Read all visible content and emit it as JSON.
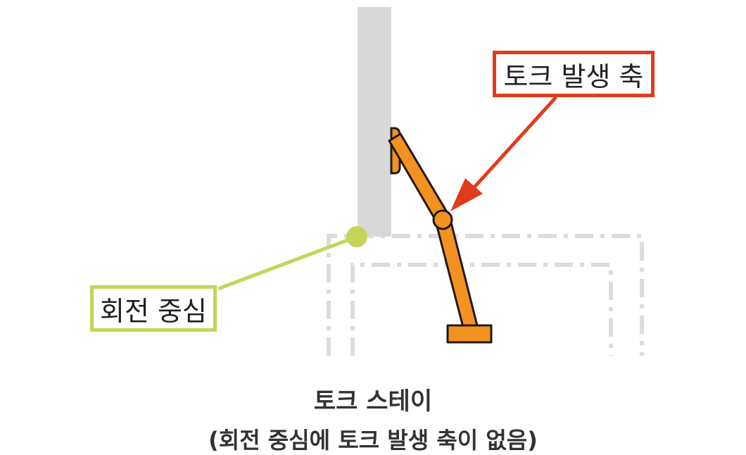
{
  "labels": {
    "torque_axis": "토크 발생 축",
    "rotation_center": "회전 중심"
  },
  "caption": {
    "title": "토크 스테이",
    "subtitle": "(회전 중심에 토크 발생 축이 없음)"
  },
  "colors": {
    "wall": "#d9d9d9",
    "dashed_outline": "#dcdcdc",
    "stay_arm": "#f39220",
    "stay_stroke": "#231815",
    "torque_marker": "#e03c1c",
    "rotation_marker": "#c6d45a"
  }
}
